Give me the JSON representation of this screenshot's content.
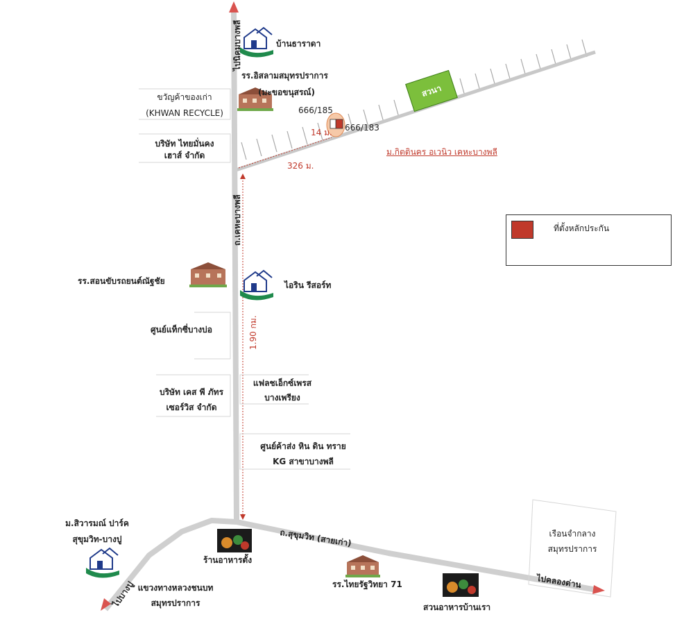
{
  "roads": {
    "main_road_label": "ถ.เคหะบางพลี",
    "main_road_top_label": "ไปนิคมบางพลี",
    "sukhumvit_label": "ถ.สุขุมวิท (สายเก่า)",
    "to_bangpu_label": "ไปบางปู",
    "to_khlong_dan_label": "ไปคลองด่าน",
    "village_road_label": "ม.กิตตินคร อเวนิว เคหะบางพลี"
  },
  "distances": {
    "d_326": "326 ม.",
    "d_14": "14 ม.",
    "d_190": "1.90 กม."
  },
  "plots": {
    "plot_a": "666/185",
    "plot_b": "666/183",
    "garden": "สวนา"
  },
  "places": {
    "ban_thara": "บ้านธาราดา",
    "school_islam_1": "รร.อิสลามสมุทรปราการ",
    "school_islam_2": "(มะขอขนุสรณ์)",
    "khwan_1": "ขวัญค้าของเก่า",
    "khwan_2": "(KHWAN RECYCLE)",
    "thaimankong_1": "บริษัท ไทยมั่นคง",
    "thaimankong_2": "เฮาส์ จำกัด",
    "driving_school": "รร.สอนขับรถยนต์ณัฐชัย",
    "irin": "ไอริน รีสอร์ท",
    "taxi": "ศูนย์แท็กซี่บางบ่อ",
    "ks_1": "บริษัท เคส พี ภัทร",
    "ks_2": "เซอร์วิส จำกัด",
    "flat_1": "แฟลชเอ็กซ์เพรส",
    "flat_2": "บางเพรียง",
    "kg_1": "ศูนย์ค้าส่ง หิน ดิน ทราย",
    "kg_2": "KG สาขาบางพลี",
    "siwarom_1": "ม.สิวารมณ์ ปาร์ค",
    "siwarom_2": "สุขุมวิท-บางปู",
    "restaurant_tang": "ร้านอาหารตั้ง",
    "highway_1": "แขวงทางหลวงชนบท",
    "highway_2": "สมุทรปราการ",
    "thairath": "รร.ไทยรัฐวิทยา 71",
    "suan_ahan": "สวนอาหารบ้านเรา",
    "prison_1": "เรือนจำกลาง",
    "prison_2": "สมุทรปราการ"
  },
  "legend": {
    "collateral_label": "ที่ตั้งหลักประกัน",
    "collateral_color": "#c0392b"
  },
  "colors": {
    "road": "#cfcfcf",
    "road_edge": "#9a9a9a",
    "arrow": "#d9534f",
    "distance": "#c0392b",
    "house_icon": "#1f8a4c",
    "garden": "#7cbf3c"
  }
}
